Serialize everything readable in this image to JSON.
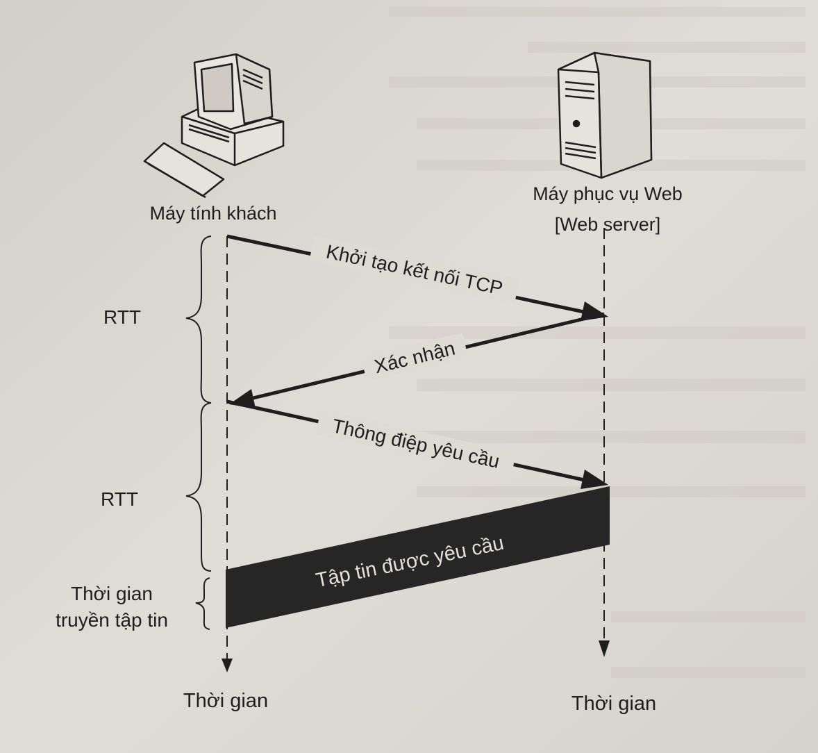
{
  "client": {
    "label": "Máy tính khách",
    "time_label": "Thời gian"
  },
  "server": {
    "label_line1": "Máy phục vụ Web",
    "label_line2": "[Web server]",
    "time_label": "Thời gian"
  },
  "messages": {
    "tcp_connect": "Khởi tạo kết nối TCP",
    "ack": "Xác nhận",
    "request": "Thông điệp yêu cầu",
    "file": "Tập tin được yêu cầu"
  },
  "intervals": {
    "rtt_1": "RTT",
    "rtt_2": "RTT",
    "transfer_line1": "Thời gian",
    "transfer_line2": "truyền tập tin"
  },
  "colors": {
    "paper": "#ddd9d3",
    "ink": "#1e1e1e",
    "file_band": "#262626",
    "file_text": "#e4e0da"
  }
}
